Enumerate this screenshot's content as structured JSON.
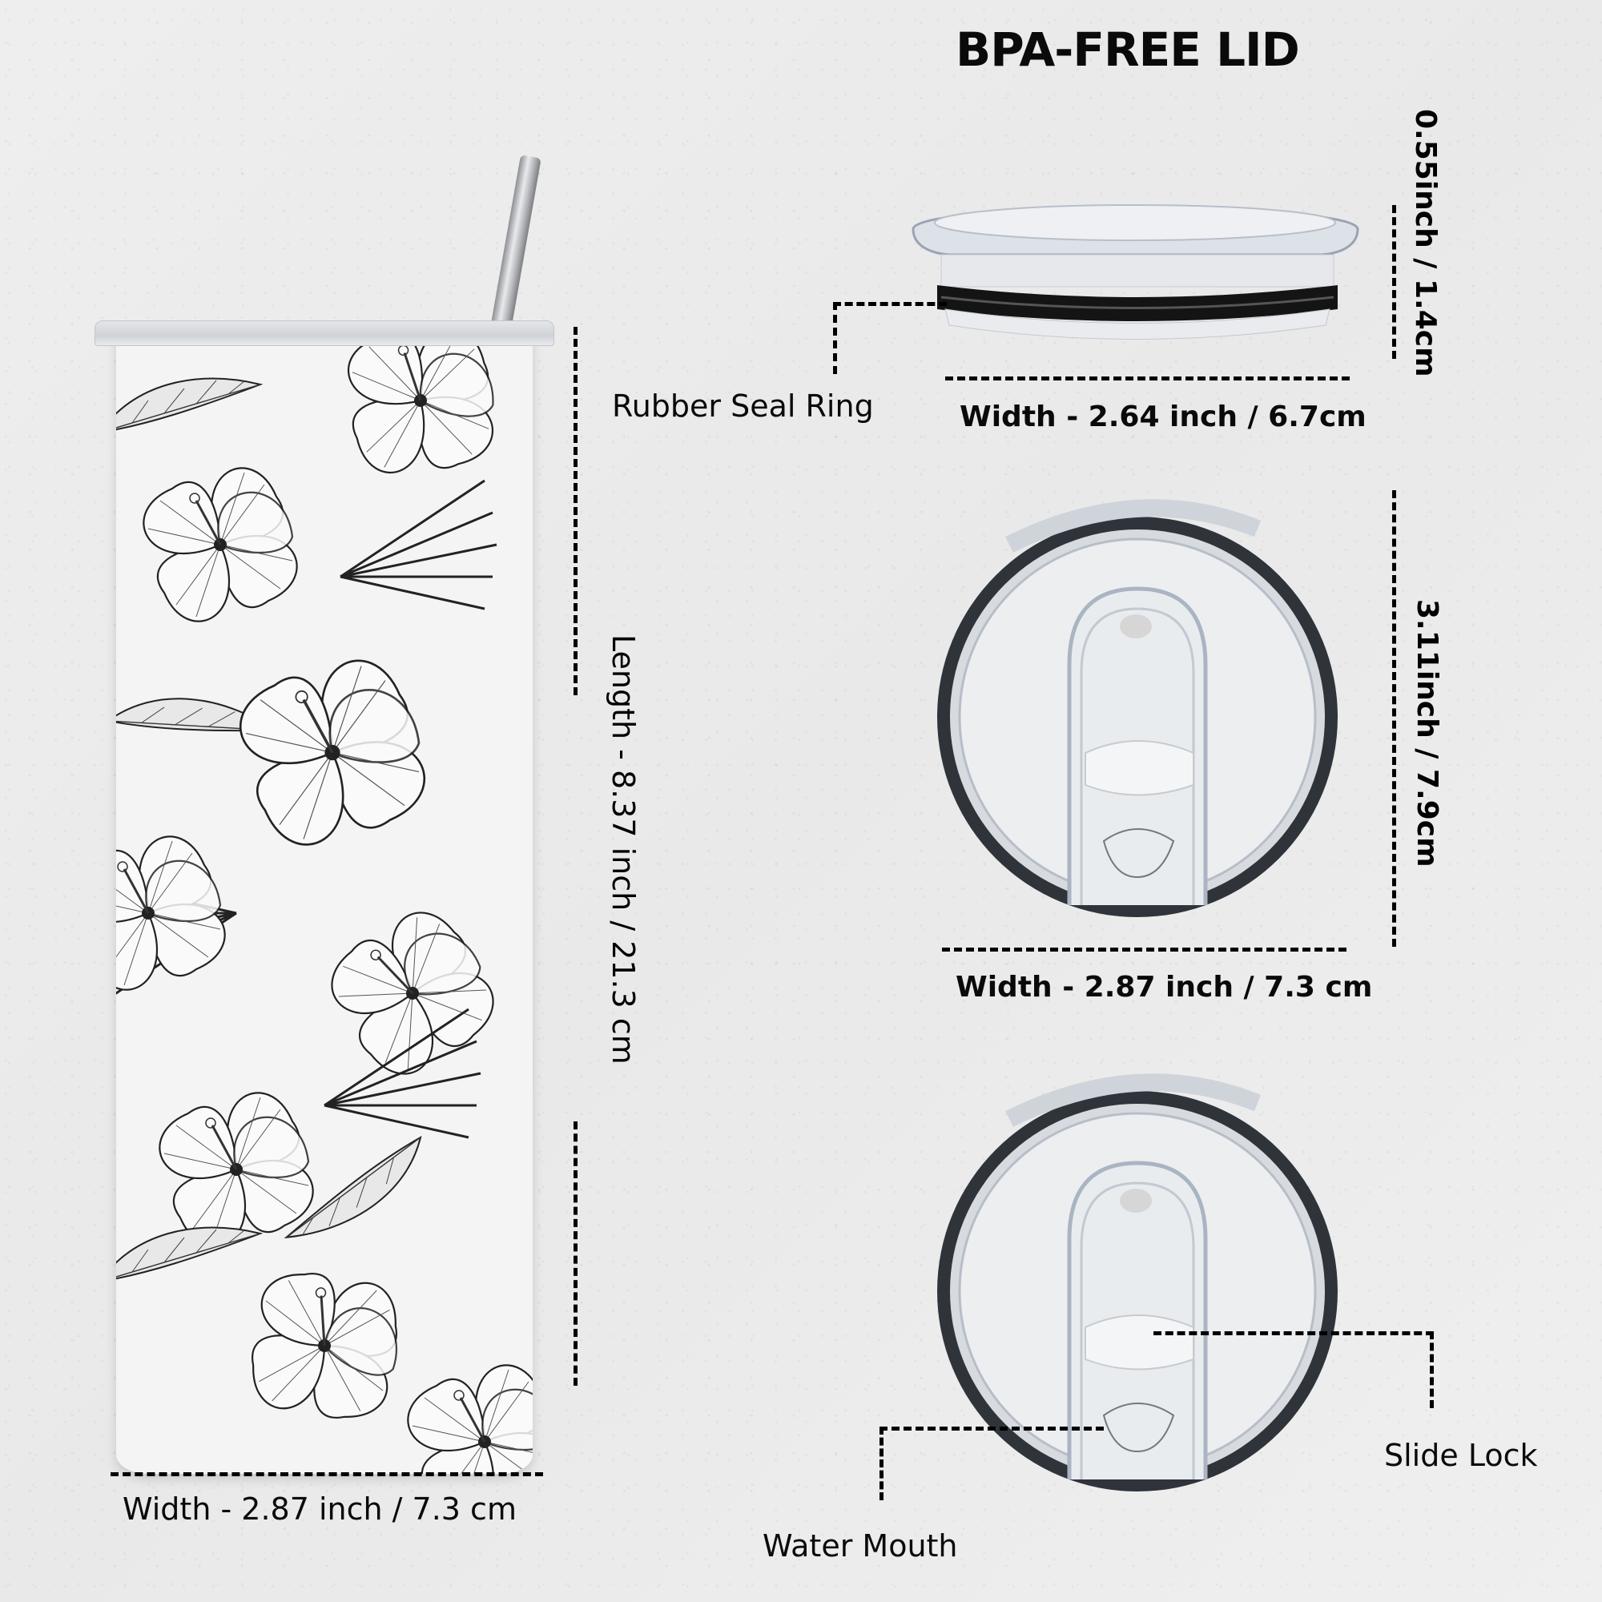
{
  "header": {
    "title": "BPA-FREE LID"
  },
  "tumbler": {
    "pattern": "black-and-white-hibiscus-floral",
    "length_label": "Length - 8.37 inch  / 21.3 cm",
    "width_label": "Width - 2.87 inch / 7.3 cm"
  },
  "lid_side": {
    "height_label": "0.55inch / 1.4cm",
    "width_label": "Width - 2.64 inch / 6.7cm",
    "callout_label": "Rubber Seal Ring"
  },
  "lid_top_1": {
    "height_label": "3.11inch / 7.9cm",
    "width_label": "Width - 2.87 inch / 7.3 cm"
  },
  "lid_top_2": {
    "callout_slide_lock": "Slide Lock",
    "callout_water_mouth": "Water Mouth"
  },
  "colors": {
    "background": "#ececec",
    "text": "#000000",
    "seal_ring": "#1a1a1a",
    "lid_rim": "#3a3f47"
  }
}
